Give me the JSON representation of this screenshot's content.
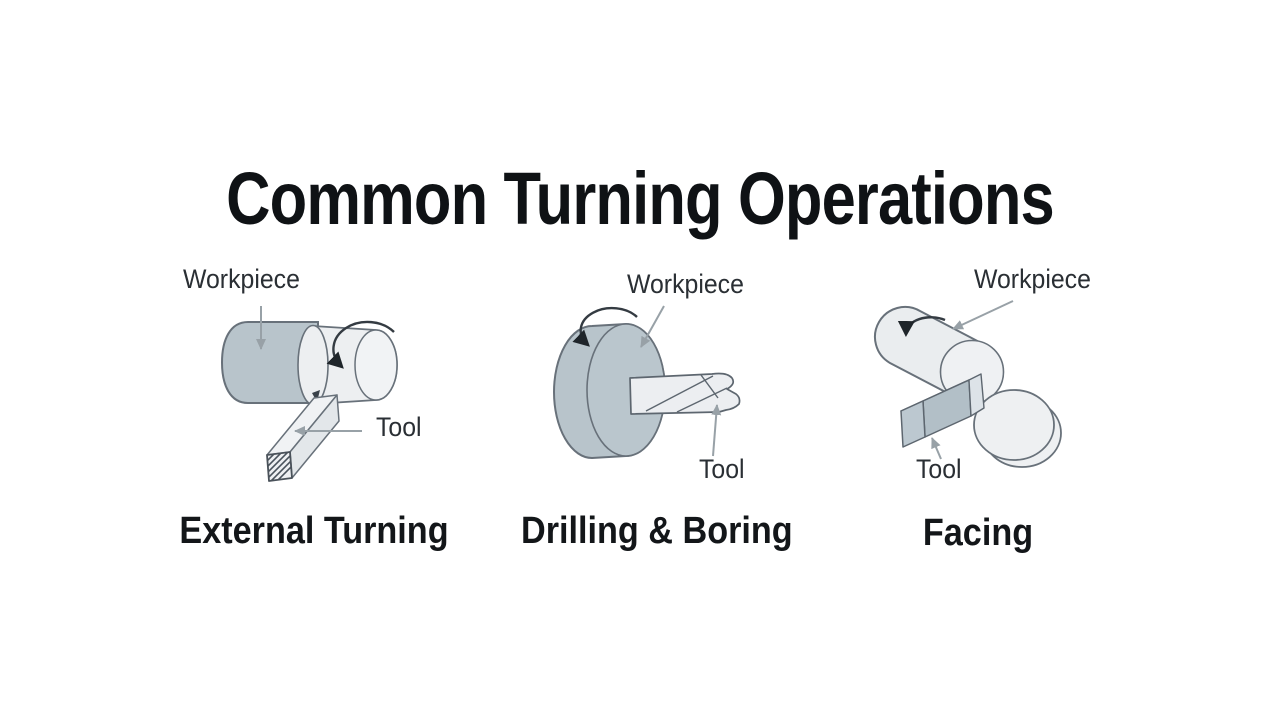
{
  "title": "Common Turning Operations",
  "colors": {
    "background": "#ffffff",
    "workpiece_shaded": "#b8c4cb",
    "workpiece_light": "#edeff1",
    "workpiece_face": "#f1f3f5",
    "cylinder_light": "#eaedef",
    "cylinder_face": "#eff1f3",
    "disc_light": "#eef0f2",
    "tool_top": "#c6d0d6",
    "tool_front": "#b2bfc7",
    "tool_end": "#bcc8d0",
    "tool_insert": "#dde3e8",
    "drill_body": "#eceef1",
    "outline": "#68717a",
    "rotation_arrow": "#343b42",
    "rotation_arrowhead": "#1f252a",
    "leader_arrow": "#98a1a7",
    "title_text": "#0f1215",
    "label_text": "#2a2f34",
    "caption_text": "#131619"
  },
  "figures": [
    {
      "caption": "External Turning",
      "workpiece_label": "Workpiece",
      "tool_label": "Tool"
    },
    {
      "caption": "Drilling & Boring",
      "workpiece_label": "Workpiece",
      "tool_label": "Tool"
    },
    {
      "caption": "Facing",
      "workpiece_label": "Workpiece",
      "tool_label": "Tool"
    }
  ]
}
